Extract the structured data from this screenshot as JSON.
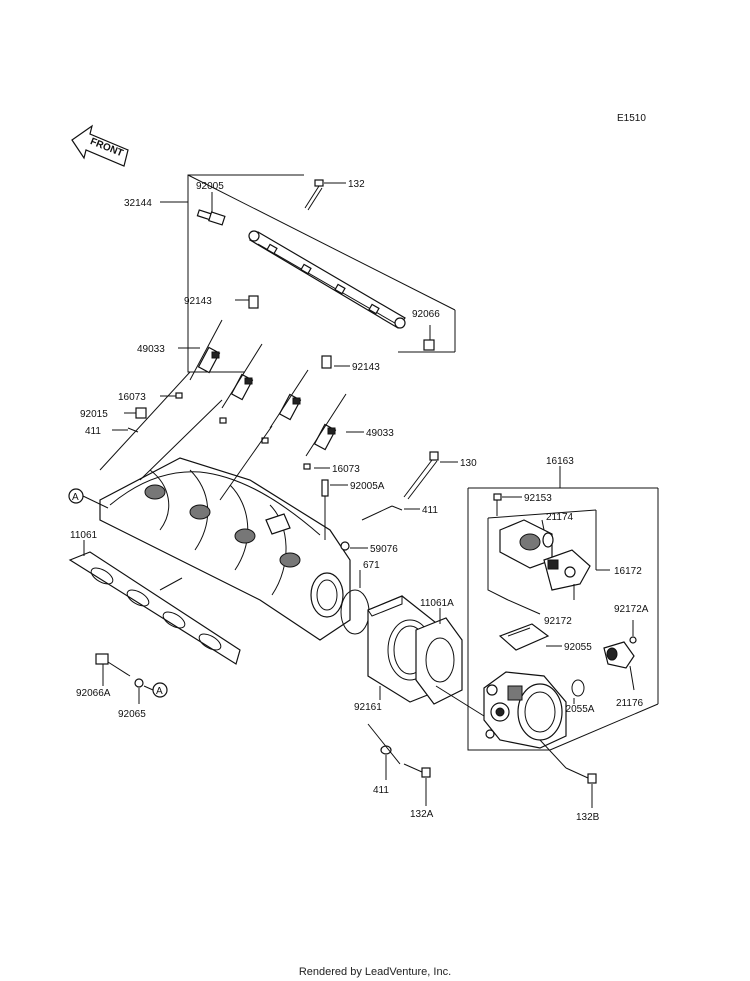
{
  "diagram_code": "E1510",
  "front_label": "FRONT",
  "ref_marker": "A",
  "footer": "Rendered by LeadVenture, Inc.",
  "parts": {
    "p132": "132",
    "p92005": "92005",
    "p32144": "32144",
    "p92143_a": "92143",
    "p92066": "92066",
    "p49033_a": "49033",
    "p92143_b": "92143",
    "p16073_a": "16073",
    "p92015": "92015",
    "p411_a": "411",
    "p49033_b": "49033",
    "p130": "130",
    "p16163": "16163",
    "p16073_b": "16073",
    "p92005A": "92005A",
    "p92153": "92153",
    "p411_b": "411",
    "p21174": "21174",
    "p11061": "11061",
    "p59076": "59076",
    "p671": "671",
    "p16172": "16172",
    "p11061A": "11061A",
    "p92172": "92172",
    "p92172A": "92172A",
    "p92055": "92055",
    "p92066A": "92066A",
    "p92065": "92065",
    "p92161": "92161",
    "p92055A": "92055A",
    "p21176": "21176",
    "p411_c": "411",
    "p132A": "132A",
    "p132B": "132B"
  }
}
